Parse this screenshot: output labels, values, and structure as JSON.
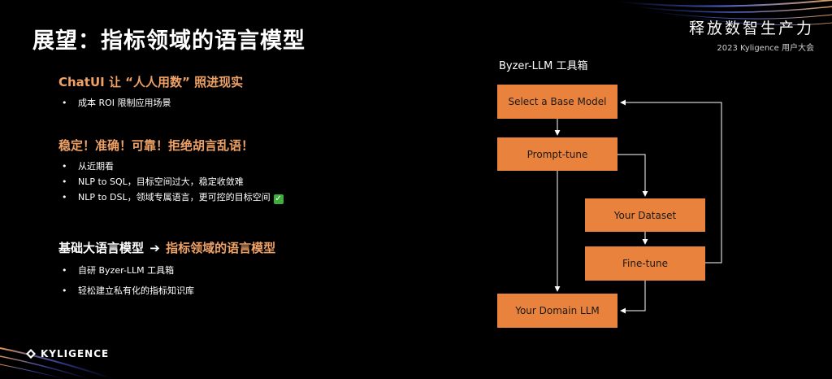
{
  "slide": {
    "title": "展望：指标领域的语言模型",
    "slogan": "释放数智生产力",
    "conference": "2023 Kyligence 用户大会"
  },
  "section1": {
    "heading": "ChatUI 让 “人人用数” 照进现实",
    "bullets": [
      "成本 ROI 限制应用场景"
    ]
  },
  "section2": {
    "heading": "稳定！准确！可靠！拒绝胡言乱语！",
    "bullets": [
      "从近期看",
      "NLP to SQL，目标空间过大，稳定收敛难",
      "NLP to DSL，领域专属语言，更可控的目标空间"
    ]
  },
  "section3": {
    "heading_part1": "基础大语言模型",
    "heading_part2": "指标领域的语言模型",
    "bullets": [
      "自研 Byzer-LLM 工具箱",
      "轻松建立私有化的指标知识库"
    ]
  },
  "logo": {
    "text": "KYLIGENCE"
  },
  "diagram": {
    "title": "Byzer-LLM 工具箱",
    "boxes": {
      "base_model": "Select a Base Model",
      "prompt_tune": "Prompt-tune",
      "dataset": "Your Dataset",
      "fine_tune": "Fine-tune",
      "domain_llm": "Your Domain LLM"
    }
  },
  "colors": {
    "accent": "#e8823d",
    "accent_text": "#f0a266",
    "background": "#000000",
    "check": "#3fae3f"
  },
  "icons": [
    "check-mark-icon",
    "right-arrow-icon",
    "kyligence-logo-icon"
  ]
}
